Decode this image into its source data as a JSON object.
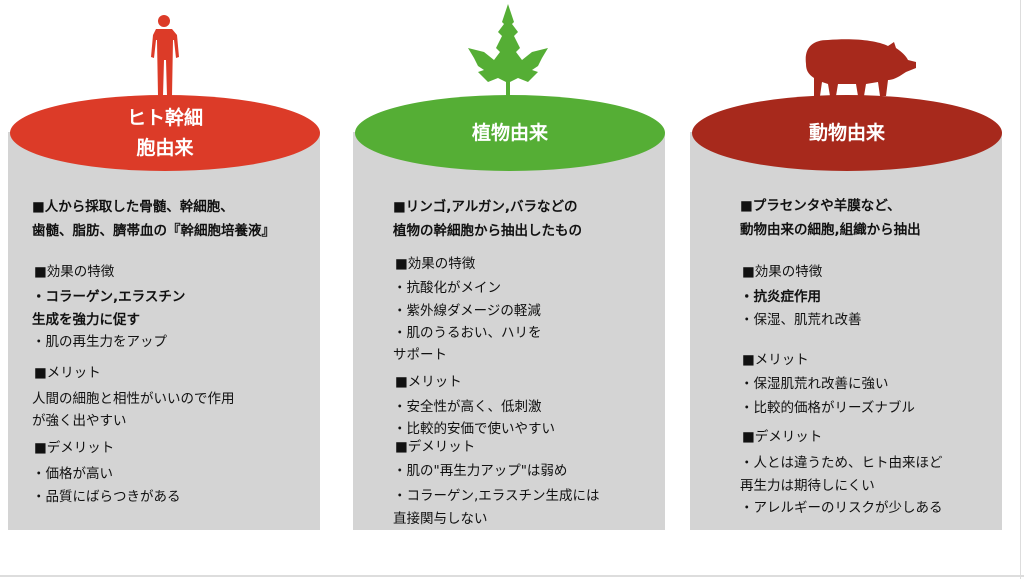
{
  "colors": {
    "human": "#dc3b28",
    "plant": "#55ae35",
    "animal": "#a7291c",
    "panel": "#d4d4d4"
  },
  "columns": [
    {
      "icon": "person-icon",
      "title_lines": [
        "ヒト幹細",
        "胞由来"
      ],
      "lines": [
        {
          "text": "■人から採取した骨髄、幹細胞、",
          "bold": true
        },
        {
          "text": "歯髄、脂肪、臍帯血の『幹細胞培養液』",
          "bold": true
        },
        {
          "text": "■効果の特徴",
          "bold": false
        },
        {
          "text": "・コラーゲン,エラスチン",
          "bold": true
        },
        {
          "text": "生成を強力に促す",
          "bold": true
        },
        {
          "text": "・肌の再生力をアップ",
          "bold": false
        },
        {
          "text": "■メリット",
          "bold": false
        },
        {
          "text": "人間の細胞と相性がいいので作用",
          "bold": false
        },
        {
          "text": "が強く出やすい",
          "bold": false
        },
        {
          "text": "■デメリット",
          "bold": false
        },
        {
          "text": "・価格が高い",
          "bold": false
        },
        {
          "text": "・品質にばらつきがある",
          "bold": false
        }
      ]
    },
    {
      "icon": "leaf-icon",
      "title_lines": [
        "植物由来"
      ],
      "lines": [
        {
          "text": "■リンゴ,アルガン,バラなどの",
          "bold": true
        },
        {
          "text": "植物の幹細胞から抽出したもの",
          "bold": true
        },
        {
          "text": "■効果の特徴",
          "bold": false
        },
        {
          "text": "・抗酸化がメイン",
          "bold": false
        },
        {
          "text": "・紫外線ダメージの軽減",
          "bold": false
        },
        {
          "text": "・肌のうるおい、ハリを",
          "bold": false
        },
        {
          "text": "サポート",
          "bold": false
        },
        {
          "text": "■メリット",
          "bold": false
        },
        {
          "text": "・安全性が高く、低刺激",
          "bold": false
        },
        {
          "text": "・比較的安価で使いやすい",
          "bold": false
        },
        {
          "text": "■デメリット",
          "bold": false
        },
        {
          "text": "・肌の\"再生力アップ\"は弱め",
          "bold": false
        },
        {
          "text": "・コラーゲン,エラスチン生成には",
          "bold": false
        },
        {
          "text": "直接関与しない",
          "bold": false
        }
      ]
    },
    {
      "icon": "pig-icon",
      "title_lines": [
        "動物由来"
      ],
      "lines": [
        {
          "text": "■プラセンタや羊膜など、",
          "bold": true
        },
        {
          "text": "動物由来の細胞,組織から抽出",
          "bold": true
        },
        {
          "text": "■効果の特徴",
          "bold": false
        },
        {
          "text": "・抗炎症作用",
          "bold": true
        },
        {
          "text": "・保湿、肌荒れ改善",
          "bold": false
        },
        {
          "text": "■メリット",
          "bold": false
        },
        {
          "text": "・保湿肌荒れ改善に強い",
          "bold": false
        },
        {
          "text": "・比較的価格がリーズナブル",
          "bold": false
        },
        {
          "text": "■デメリット",
          "bold": false
        },
        {
          "text": "・人とは違うため、ヒト由来ほど",
          "bold": false
        },
        {
          "text": "再生力は期待しにくい",
          "bold": false
        },
        {
          "text": "・アレルギーのリスクが少しある",
          "bold": false
        }
      ]
    }
  ]
}
